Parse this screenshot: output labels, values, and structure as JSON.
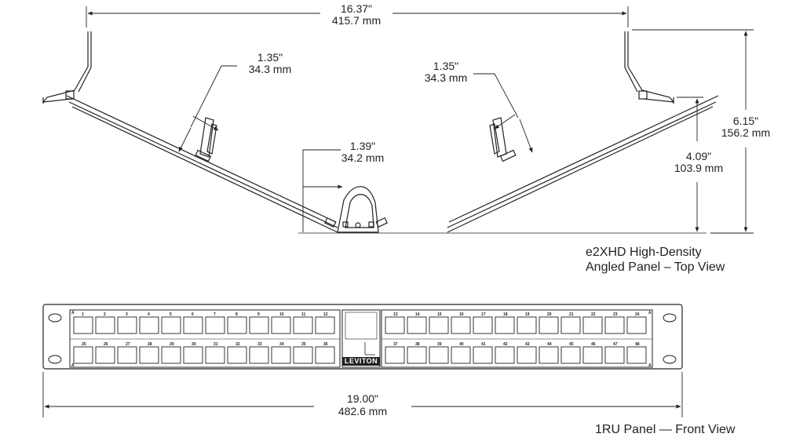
{
  "top_view": {
    "width_dim": {
      "in": "16.37\"",
      "mm": "415.7 mm"
    },
    "left_depth_dim": {
      "in": "1.35\"",
      "mm": "34.3 mm"
    },
    "right_depth_dim": {
      "in": "1.35\"",
      "mm": "34.3 mm"
    },
    "center_dim": {
      "in": "1.39\"",
      "mm": "34.2 mm"
    },
    "height_inner_dim": {
      "in": "4.09\"",
      "mm": "103.9 mm"
    },
    "height_outer_dim": {
      "in": "6.15\"",
      "mm": "156.2 mm"
    },
    "caption_line1": "e2XHD High-Density",
    "caption_line2": "Angled Panel – Top View"
  },
  "front_view": {
    "width_dim": {
      "in": "19.00\"",
      "mm": "482.6 mm"
    },
    "caption": "1RU Panel — Front View",
    "brand": "LEVITON",
    "ports_top_left": [
      "1",
      "2",
      "3",
      "4",
      "5",
      "6",
      "7",
      "8",
      "9",
      "10",
      "11",
      "12"
    ],
    "ports_top_right": [
      "13",
      "14",
      "15",
      "16",
      "17",
      "18",
      "19",
      "20",
      "21",
      "22",
      "23",
      "24"
    ],
    "ports_bottom_left": [
      "25",
      "26",
      "27",
      "28",
      "29",
      "30",
      "31",
      "32",
      "33",
      "34",
      "35",
      "36"
    ],
    "ports_bottom_right": [
      "37",
      "38",
      "39",
      "40",
      "41",
      "42",
      "43",
      "44",
      "45",
      "46",
      "47",
      "48"
    ],
    "corner_marks": [
      "A",
      "A",
      "A",
      "A"
    ]
  }
}
